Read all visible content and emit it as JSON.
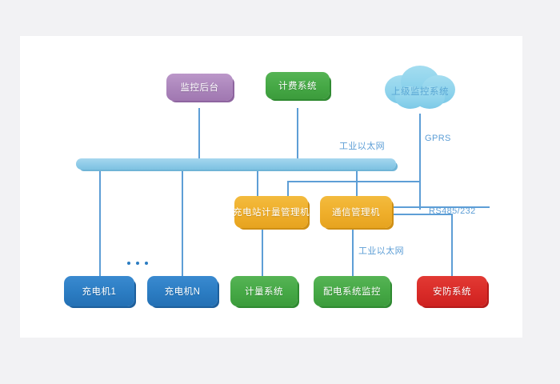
{
  "canvas": {
    "background": "#f2f2f4",
    "surface": "#ffffff"
  },
  "palette": {
    "purple": "#ab85bb",
    "green": "#45a845",
    "blue": "#2b7cc2",
    "orange": "#efae2a",
    "red": "#d92b28",
    "bus": "#8ecbe8",
    "cloud": "#8ed3ec",
    "line": "#5d9ed6",
    "label_text": "#5d9ed6"
  },
  "nodes": {
    "monitoring_backend": "监控后台",
    "billing_system": "计费系统",
    "upper_monitoring_cloud": "上级监控系统",
    "station_metering_manager": "充电站计量管理机",
    "communication_manager": "通信管理机",
    "charger_1": "充电机1",
    "charger_n": "充电机N",
    "metering_system": "计量系统",
    "distribution_monitoring": "配电系统监控",
    "security_system": "安防系统"
  },
  "edge_labels": {
    "bus_ethernet": "工业以太网",
    "gprs": "GPRS",
    "rs485": "RS485/232",
    "lower_ethernet": "工业以太网"
  }
}
